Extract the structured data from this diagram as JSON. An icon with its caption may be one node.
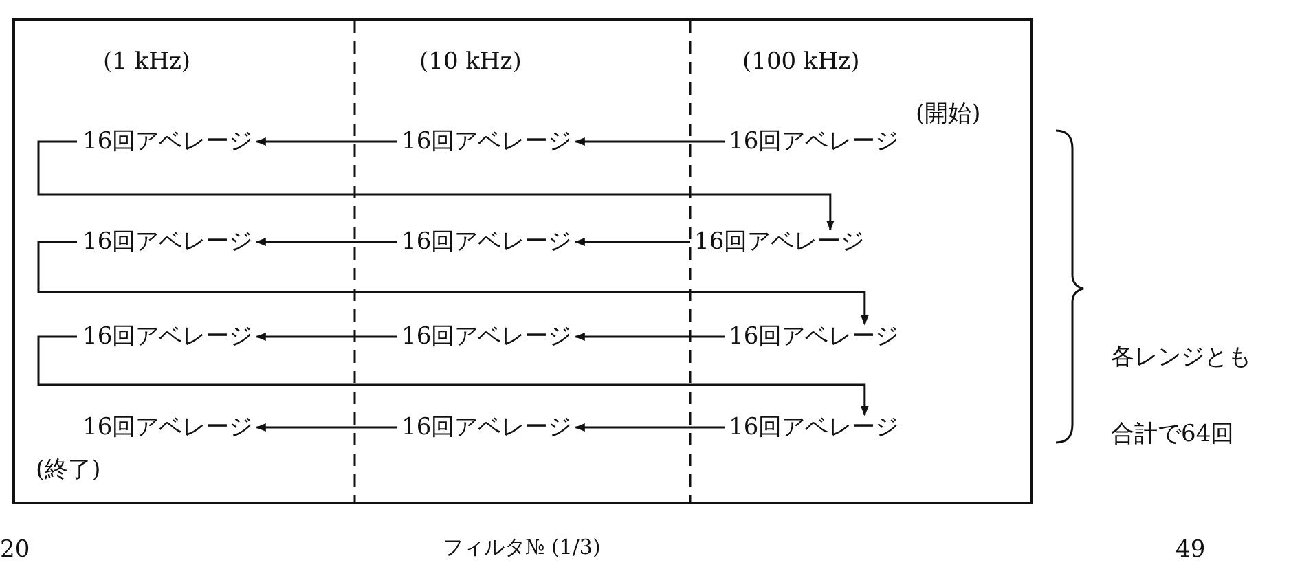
{
  "diagram": {
    "nodes": [
      {
        "text": [
          "16回アベレージ"
        ]
      },
      {
        "text": [
          "16回アベレージ"
        ]
      },
      {
        "text": [
          "16回アベレージ"
        ],
        "beside": [
          "(開始)"
        ]
      },
      {
        "text": [
          "16回アベレージ"
        ]
      },
      {
        "text": [
          "16回アベレージ"
        ]
      },
      {
        "text": [
          "16回アベレージ"
        ]
      },
      {
        "text": [
          "16回アベレージ"
        ]
      },
      {
        "text": [
          "16回アベレージ"
        ]
      },
      {
        "text": [
          "16回アベレージ"
        ]
      },
      {
        "text": [
          "16回アベレージ"
        ],
        "beside": [
          "(終了)"
        ]
      },
      {
        "text": [
          "16回アベレージ"
        ]
      },
      {
        "text": [
          "16回アベレージ"
        ]
      }
    ],
    "edges": [
      {
        "from": 1,
        "to": 0,
        "arrow": "to"
      },
      {
        "from": 2,
        "to": 1,
        "arrow": "to"
      },
      {
        "from": 0,
        "to": 5,
        "arrow": "to"
      },
      {
        "from": 4,
        "to": 3,
        "arrow": "to"
      },
      {
        "from": 5,
        "to": 4,
        "arrow": "to"
      },
      {
        "from": 3,
        "to": 8,
        "arrow": "to"
      },
      {
        "from": 7,
        "to": 6,
        "arrow": "to"
      },
      {
        "from": 8,
        "to": 7,
        "arrow": "to"
      },
      {
        "from": 6,
        "to": 11,
        "arrow": "to"
      },
      {
        "from": 10,
        "to": 9,
        "arrow": "to"
      },
      {
        "from": 11,
        "to": 10,
        "arrow": "to"
      }
    ],
    "labels": [
      "(1 kHz)",
      "(10 kHz)",
      "(100 kHz)",
      "各レンジとも合計で64回",
      "20",
      "フィルタ№ (1/3)",
      "49"
    ]
  }
}
